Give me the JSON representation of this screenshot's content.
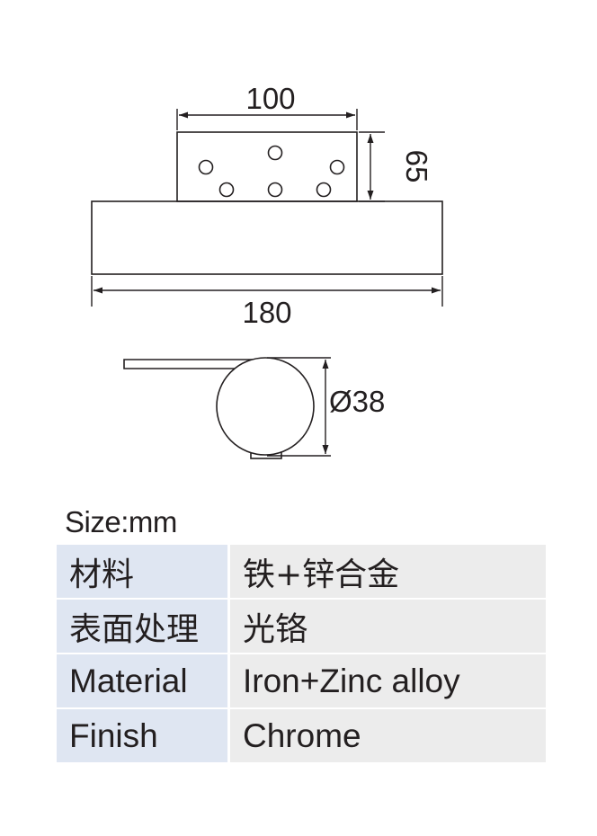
{
  "dimensions": {
    "top_width": "100",
    "top_height": "65",
    "base_width": "180",
    "diameter": "Ø38"
  },
  "size_label": "Size:mm",
  "specs": [
    {
      "key": "材料",
      "value": "铁+锌合金"
    },
    {
      "key": "表面处理",
      "value": "光铬"
    },
    {
      "key": "Material",
      "value": "Iron+Zinc alloy"
    },
    {
      "key": "Finish",
      "value": "Chrome"
    }
  ]
}
